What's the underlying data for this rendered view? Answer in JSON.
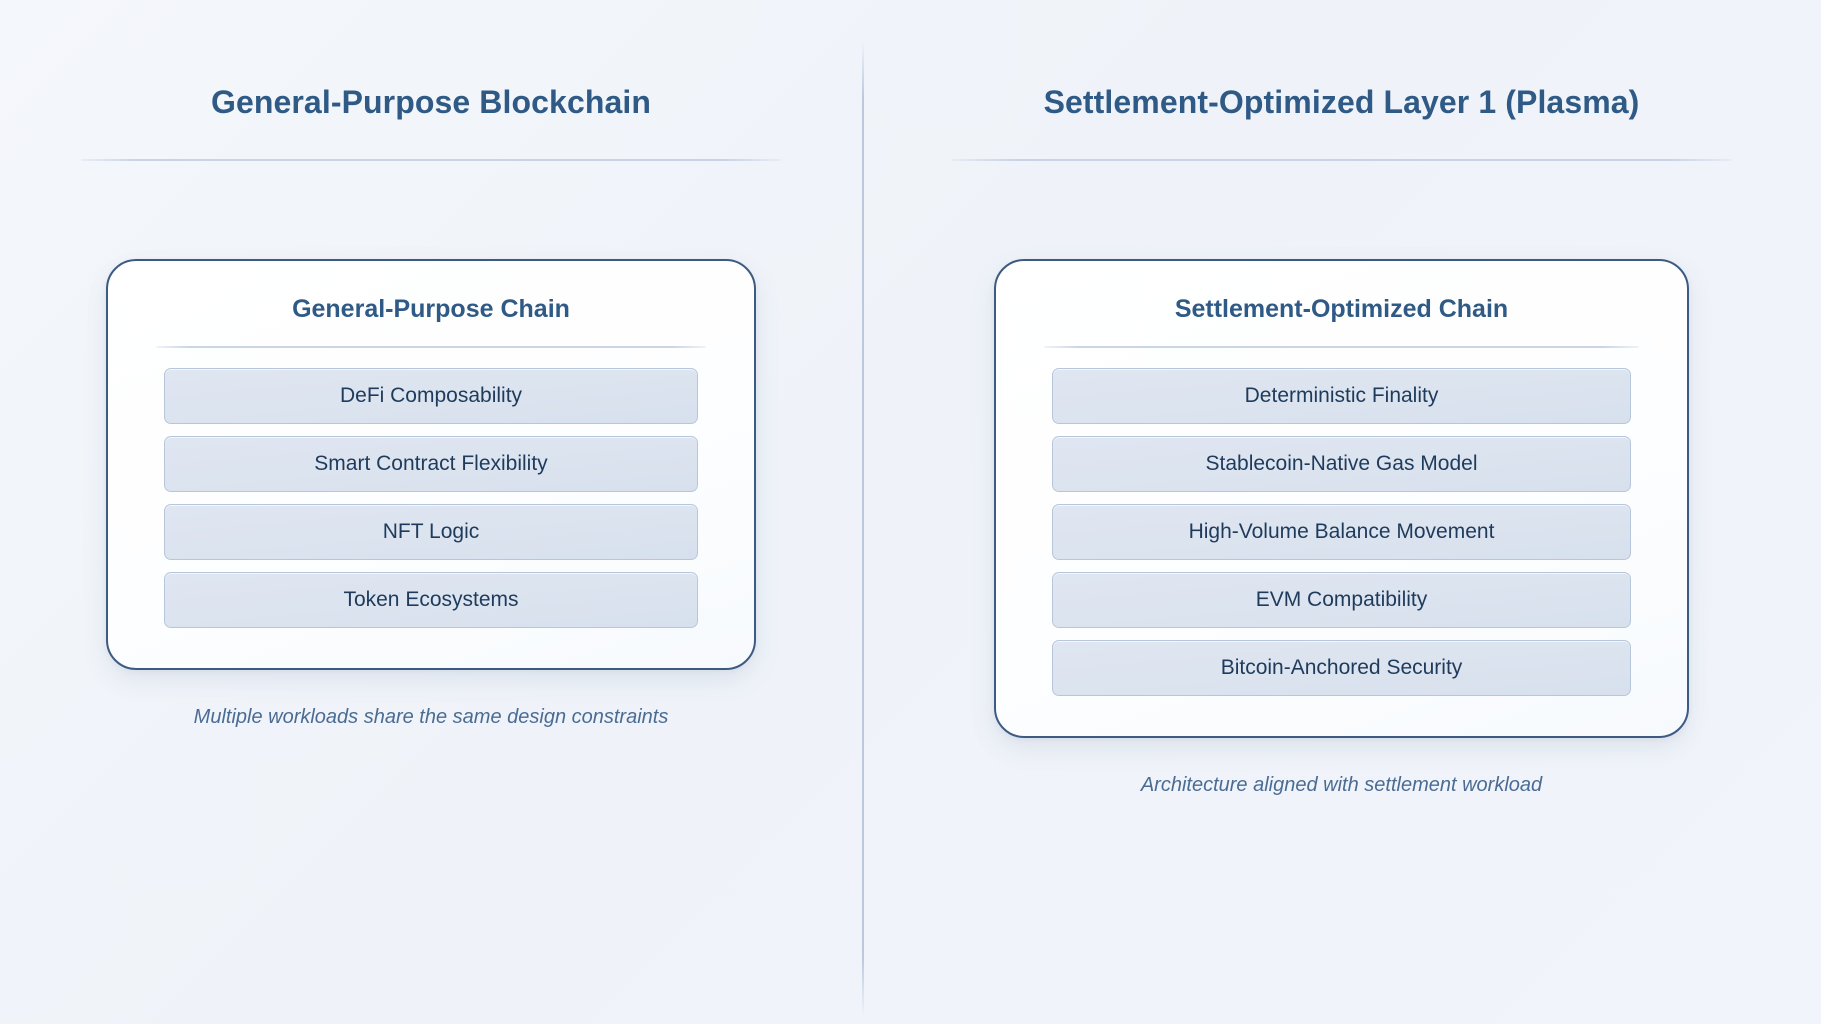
{
  "left": {
    "heading": "General-Purpose Blockchain",
    "card_title": "General-Purpose Chain",
    "items": [
      "DeFi Composability",
      "Smart Contract Flexibility",
      "NFT Logic",
      "Token Ecosystems"
    ],
    "caption": "Multiple workloads share the same design constraints"
  },
  "right": {
    "heading": "Settlement-Optimized Layer 1 (Plasma)",
    "card_title": "Settlement-Optimized Chain",
    "items": [
      "Deterministic Finality",
      "Stablecoin-Native Gas Model",
      "High-Volume Balance Movement",
      "EVM Compatibility",
      "Bitcoin-Anchored Security"
    ],
    "caption": "Architecture aligned with settlement workload"
  },
  "colors": {
    "background": "#f2f5f9",
    "heading_text": "#2f5a86",
    "card_border": "#3d5a80",
    "item_fill": "#dde4ef",
    "item_border": "#b8c6db",
    "item_text": "#1f3b5c",
    "caption_text": "#4a6c94",
    "rule": "#cbd5e4"
  }
}
